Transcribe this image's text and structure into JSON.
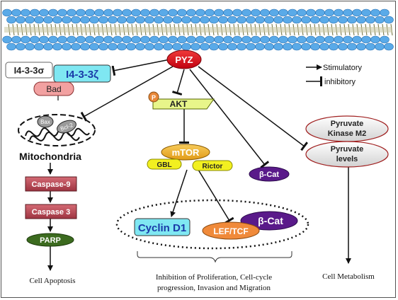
{
  "nodes": {
    "pyz": "PYZ",
    "p1433_sigma": "I4-3-3σ",
    "p1433_zeta": "I4-3-3ζ",
    "bad": "Bad",
    "bax": "Bax",
    "bcl2": "Bcl-2",
    "mitochondria": "Mitochondria",
    "caspase9": "Caspase-9",
    "caspase3": "Caspase 3",
    "parp": "PARP",
    "cell_apoptosis": "Cell Apoptosis",
    "p_phospho": "P",
    "akt": "AKT",
    "mtor": "mTOR",
    "gbl": "GBL",
    "rictor": "Rictor",
    "beta_cat_upper": "β-Cat",
    "cyclin_d1": "Cyclin D1",
    "lef_tcf": "LEF/TCF",
    "beta_cat_lower": "β-Cat",
    "pyruvate_kinase_line1": "Pyruvate",
    "pyruvate_kinase_line2": "Kinase M2",
    "pyruvate_levels_line1": "Pyruvate",
    "pyruvate_levels_line2": "levels",
    "cell_metabolism": "Cell Metabolism",
    "outcome_line1": "Inhibition of Proliferation, Cell-cycle",
    "outcome_line2": "progression, Invasion and Migration"
  },
  "legend": {
    "stimulatory": "Stimulatory",
    "inhibitory": "inhibitory"
  },
  "colors": {
    "pyz": "#e0101a",
    "zeta_box": "#7fe7f2",
    "bad": "#f2a1a1",
    "caspase": "#b84a55",
    "parp": "#3c6b1f",
    "akt": "#e8f58a",
    "p_badge": "#e8883a",
    "mtor": "#f2b02a",
    "gbl_rictor": "#f2f020",
    "beta_cat": "#5a1a8a",
    "cyclin": "#7fe7f2",
    "lef_tcf": "#f08a3a",
    "pyruvate": "#e8e8e8",
    "membrane": "#5aaae8"
  }
}
